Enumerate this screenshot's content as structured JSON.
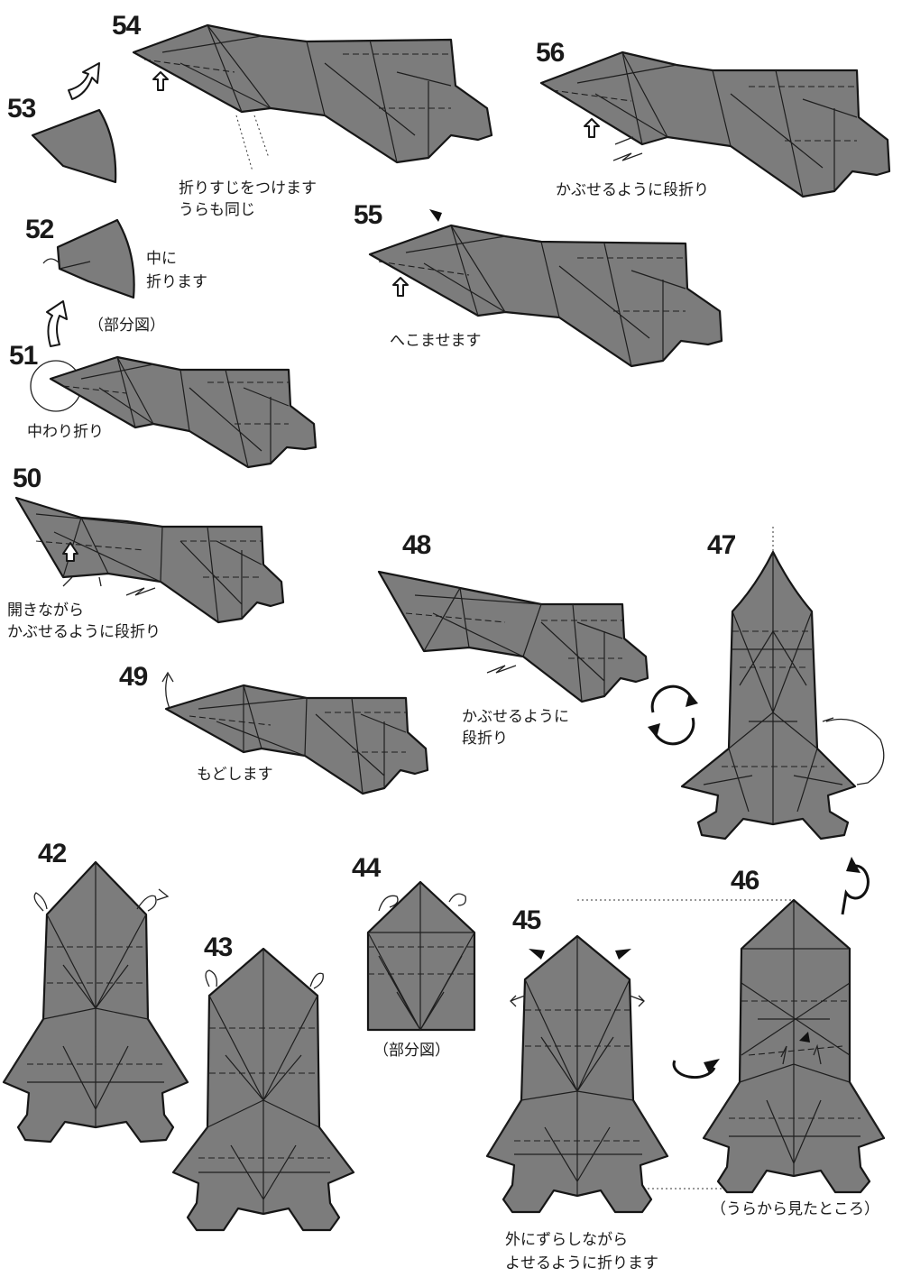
{
  "steps": [
    {
      "num": "42"
    },
    {
      "num": "43"
    },
    {
      "num": "44",
      "caption": "（部分図）"
    },
    {
      "num": "45",
      "caption_lines": [
        "外にずらしながら",
        "よせるように折ります"
      ]
    },
    {
      "num": "46",
      "caption": "（うらから見たところ）"
    },
    {
      "num": "47"
    },
    {
      "num": "48",
      "caption_lines": [
        "かぶせるように",
        "段折り"
      ]
    },
    {
      "num": "49",
      "caption": "もどします"
    },
    {
      "num": "50",
      "caption_lines": [
        "開きながら",
        "かぶせるように段折り"
      ]
    },
    {
      "num": "51",
      "caption": "中わり折り"
    },
    {
      "num": "52",
      "caption_lines": [
        "中に",
        "折ります"
      ],
      "sub_caption": "（部分図）"
    },
    {
      "num": "53"
    },
    {
      "num": "54",
      "caption_lines": [
        "折りすじをつけます",
        "うらも同じ"
      ]
    },
    {
      "num": "55",
      "caption": "へこませます"
    },
    {
      "num": "56",
      "caption": "かぶせるように段折り"
    }
  ],
  "colors": {
    "paper": "#7c7c7c",
    "line": "#161616",
    "background": "#ffffff"
  },
  "icons": [
    "turn-over-icon",
    "rotate-icon",
    "fold-arrow-icon",
    "push-arrow-icon"
  ]
}
